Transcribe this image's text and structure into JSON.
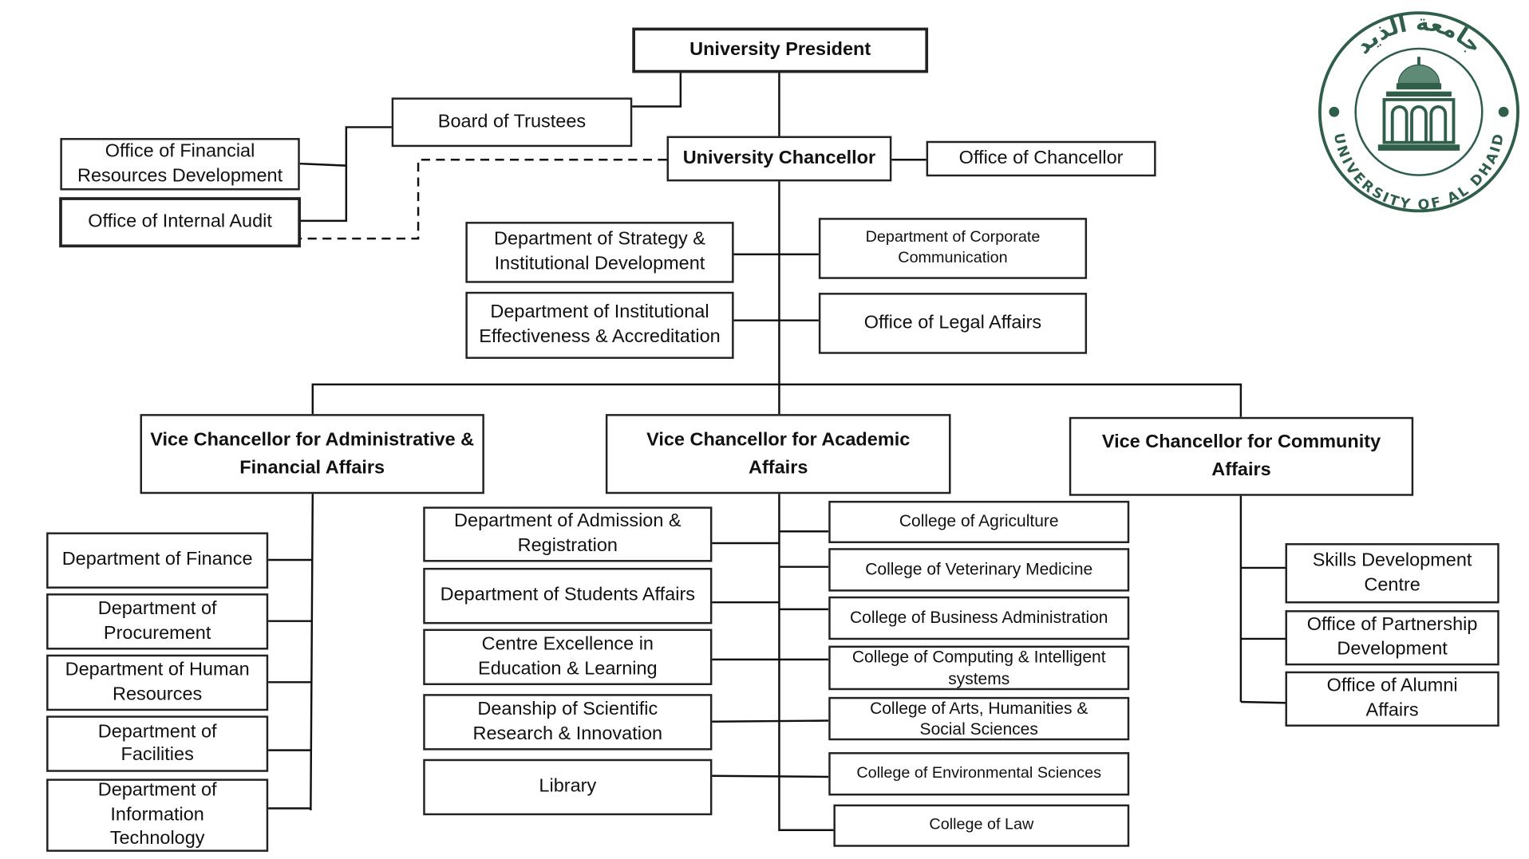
{
  "logo": {
    "arabic_text": "جامعة الذيد",
    "english_text": "UNIVERSITY OF AL DHAID",
    "color": "#2f5e4a"
  },
  "top": {
    "president": "University President",
    "board": "Board of Trustees",
    "chancellor": "University Chancellor",
    "office_chancellor": "Office of Chancellor",
    "office_financial": "Office of Financial Resources Development",
    "office_audit": "Office of Internal Audit"
  },
  "chancellor_units": {
    "strategy": "Department of Strategy & Institutional Development",
    "corporate": "Department of Corporate Communication",
    "effectiveness": "Department of Institutional Effectiveness & Accreditation",
    "legal": "Office of Legal Affairs"
  },
  "vice_chancellors": {
    "admin": "Vice Chancellor for Administrative & Financial Affairs",
    "academic": "Vice Chancellor for Academic Affairs",
    "community": "Vice Chancellor for Community Affairs"
  },
  "admin_units": [
    "Department of Finance",
    "Department of Procurement",
    "Department of Human Resources",
    "Department of Facilities",
    "Department of Information Technology"
  ],
  "academic_left": [
    "Department of Admission & Registration",
    "Department of Students Affairs",
    "Centre Excellence in Education & Learning",
    "Deanship of Scientific Research & Innovation",
    "Library"
  ],
  "colleges": [
    "College of Agriculture",
    "College of Veterinary Medicine",
    "College of Business Administration",
    "College of Computing & Intelligent systems",
    "College of Arts, Humanities & Social  Sciences",
    "College of Environmental Sciences",
    "College of Law"
  ],
  "community_units": [
    "Skills Development Centre",
    "Office of Partnership Development",
    "Office of Alumni Affairs"
  ]
}
